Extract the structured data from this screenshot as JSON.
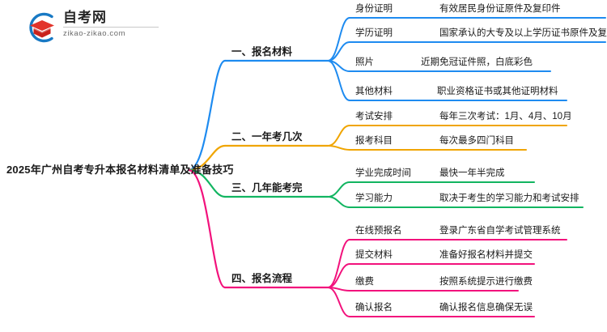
{
  "logo": {
    "cn_text": "自考网",
    "en_text": "zikao-zikao.com",
    "mark_name": "zikao-graduation-cap-logo",
    "arc_color": "#1879c4",
    "cap_color": "#e2342b"
  },
  "mindmap": {
    "root": {
      "label": "2025年广州自考专升本报名材料清单及准备技巧"
    },
    "branches": [
      {
        "id": "branch-1",
        "label": "一、报名材料",
        "color": "#1e8bf0",
        "children": [
          {
            "label": "身份证明",
            "detail": "有效居民身份证原件及复印件"
          },
          {
            "label": "学历证明",
            "detail": "国家承认的大专及以上学历证书原件及复印件"
          },
          {
            "label": "照片",
            "detail": "近期免冠证件照，白底彩色"
          },
          {
            "label": "其他材料",
            "detail": "职业资格证书或其他证明材料"
          }
        ]
      },
      {
        "id": "branch-2",
        "label": "二、一年考几次",
        "color": "#f0a500",
        "children": [
          {
            "label": "考试安排",
            "detail": "每年三次考试：1月、4月、10月"
          },
          {
            "label": "报考科目",
            "detail": "每次最多四门科目"
          }
        ]
      },
      {
        "id": "branch-3",
        "label": "三、几年能考完",
        "color": "#12b561",
        "children": [
          {
            "label": "学业完成时间",
            "detail": "最快一年半完成"
          },
          {
            "label": "学习能力",
            "detail": "取决于考生的学习能力和考试安排"
          }
        ]
      },
      {
        "id": "branch-4",
        "label": "四、报名流程",
        "color": "#f2127c",
        "children": [
          {
            "label": "在线预报名",
            "detail": "登录广东省自学考试管理系统"
          },
          {
            "label": "提交材料",
            "detail": "准备好报名材料并提交"
          },
          {
            "label": "缴费",
            "detail": "按照系统提示进行缴费"
          },
          {
            "label": "确认报名",
            "detail": "确认报名信息确保无误"
          }
        ]
      }
    ]
  }
}
